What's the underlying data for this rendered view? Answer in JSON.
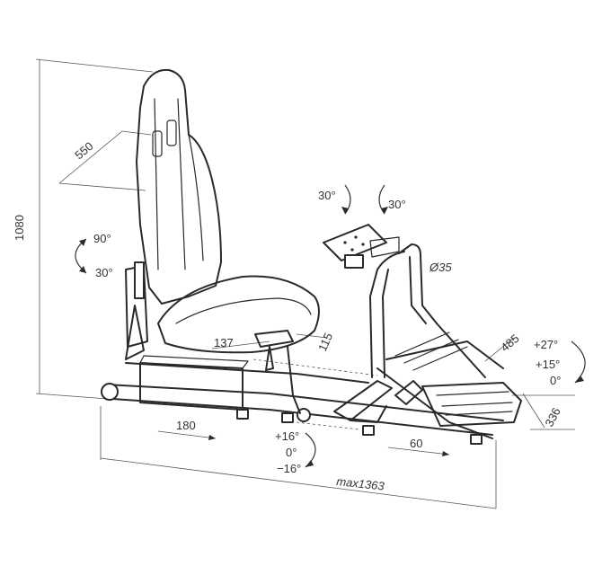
{
  "diagram": {
    "dimensions": {
      "overall_height": "1080",
      "seat_depth": "550",
      "seat_slide": "180",
      "seat_width": "137",
      "seat_tilt": "115",
      "column_diameter": "Ø35",
      "pedal_depth": "485",
      "pedal_slide": "60",
      "pedal_width": "336",
      "max_length": "max1363"
    },
    "angles": {
      "wheel_left": "30°",
      "wheel_right": "30°",
      "back_up": "90°",
      "back_down": "30°",
      "seat_plus": "+16°",
      "seat_zero": "0°",
      "seat_minus": "−16°",
      "pedal_plus27": "+27°",
      "pedal_plus15": "+15°",
      "pedal_zero": "0°"
    }
  }
}
